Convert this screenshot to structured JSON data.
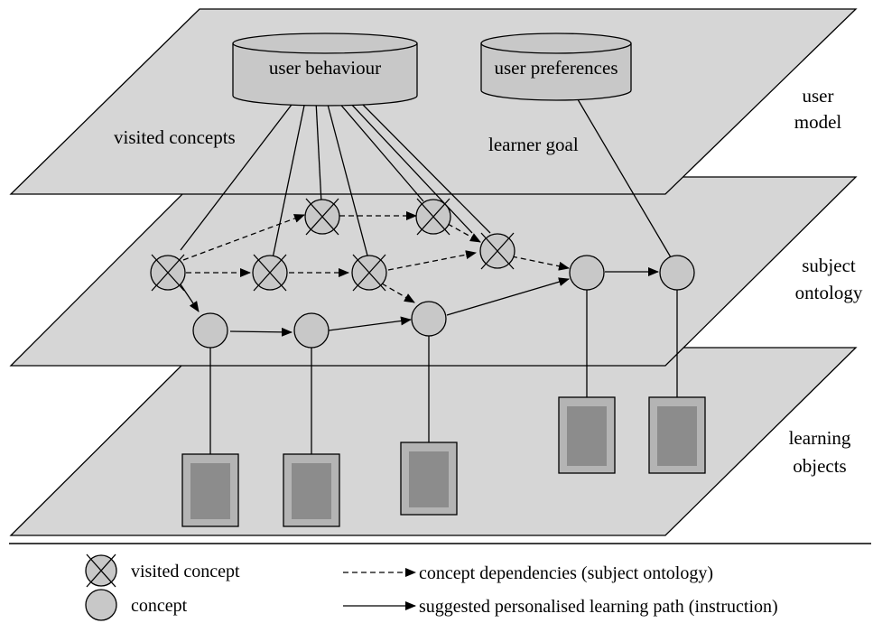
{
  "layers": {
    "user_model": {
      "label_line1": "user",
      "label_line2": "model"
    },
    "subject_ontology": {
      "label_line1": "subject",
      "label_line2": "ontology"
    },
    "learning_objects": {
      "label_line1": "learning",
      "label_line2": "objects"
    }
  },
  "databases": {
    "user_behaviour": "user behaviour",
    "user_preferences": "user preferences"
  },
  "annotations": {
    "visited_concepts": "visited concepts",
    "learner_goal": "learner goal"
  },
  "legend": {
    "visited_concept": "visited concept",
    "concept": "concept",
    "dependencies": "concept dependencies (subject ontology)",
    "path": "suggested personalised learning path (instruction)"
  },
  "colors": {
    "plane_fill": "#d6d6d6",
    "node_fill": "#c8c8c8",
    "doc_outer": "#b4b4b4",
    "doc_inner": "#8c8c8c"
  }
}
